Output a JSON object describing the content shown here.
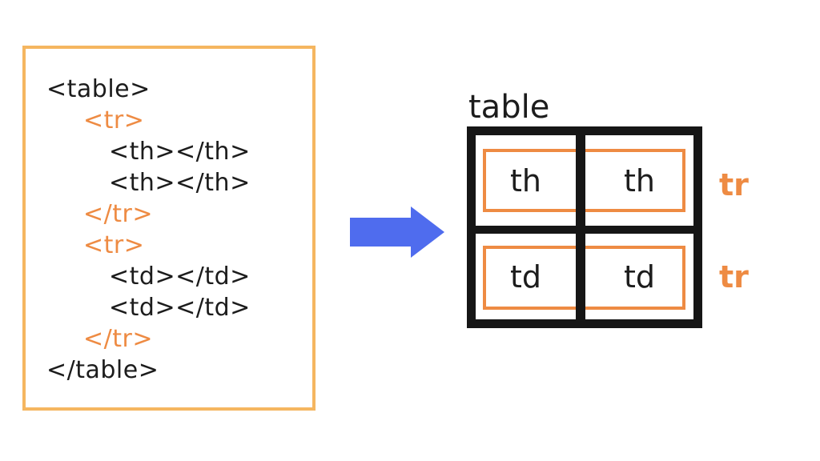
{
  "colors": {
    "orange": "#EE8B43",
    "code_box_border": "#F5B660",
    "arrow_blue": "#4F6CEE",
    "ink": "#1C1C1C",
    "table_border": "#161616",
    "bg": "#FFFFFF"
  },
  "icons": {
    "arrow": "right-arrow"
  },
  "code_panel": {
    "lines": [
      {
        "text": "<table>",
        "color": "black"
      },
      {
        "text": "<tr>",
        "color": "orange"
      },
      {
        "text": "<th></th>",
        "color": "black"
      },
      {
        "text": "<th></th>",
        "color": "black"
      },
      {
        "text": "</tr>",
        "color": "orange"
      },
      {
        "text": "<tr>",
        "color": "orange"
      },
      {
        "text": "<td></td>",
        "color": "black"
      },
      {
        "text": "<td></td>",
        "color": "black"
      },
      {
        "text": "</tr>",
        "color": "orange"
      },
      {
        "text": "</table>",
        "color": "black"
      }
    ]
  },
  "diagram": {
    "title": "table",
    "rows": [
      {
        "cells": [
          "th",
          "th"
        ],
        "row_label": "tr"
      },
      {
        "cells": [
          "td",
          "td"
        ],
        "row_label": "tr"
      }
    ]
  }
}
